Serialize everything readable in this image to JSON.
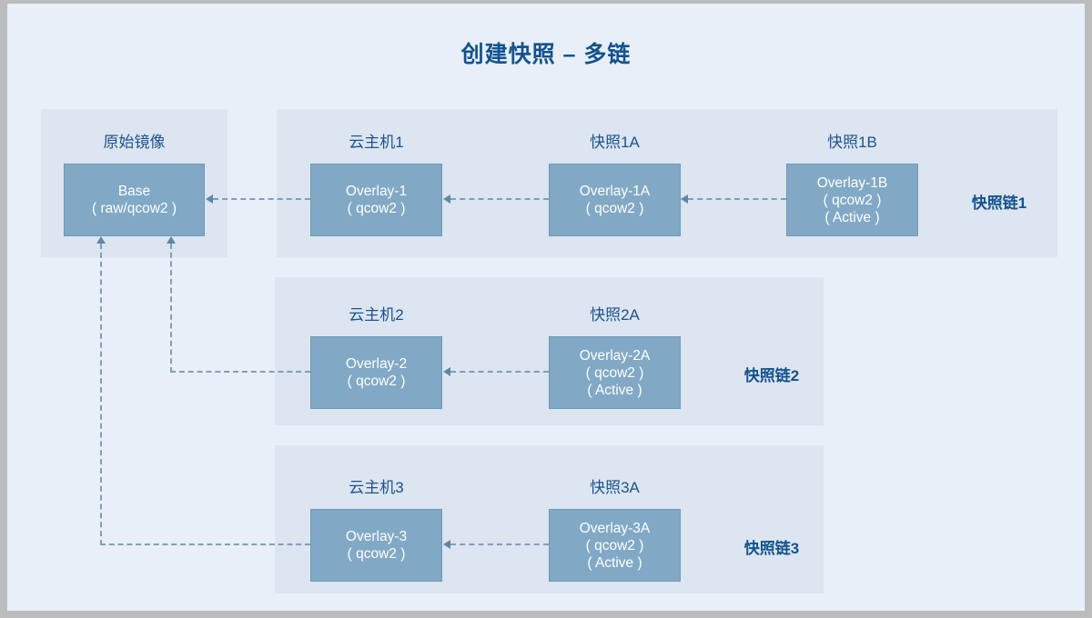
{
  "page": {
    "title": "创建快照 – 多链",
    "background_color": "#e9eff9",
    "panel_color": "#dde5f0",
    "node_color": "#81a9c5",
    "accent_color": "#11538f",
    "connector_color": "#7d9fbb"
  },
  "base_group": {
    "header": "原始镜像",
    "node": {
      "line1": "Base",
      "line2": "( raw/qcow2 )"
    }
  },
  "chains": [
    {
      "tag": "快照链1",
      "nodes": [
        {
          "header": "云主机1",
          "line1": "Overlay-1",
          "line2": "( qcow2 )",
          "line3": ""
        },
        {
          "header": "快照1A",
          "line1": "Overlay-1A",
          "line2": "( qcow2 )",
          "line3": ""
        },
        {
          "header": "快照1B",
          "line1": "Overlay-1B",
          "line2": "( qcow2 )",
          "line3": "( Active )"
        }
      ]
    },
    {
      "tag": "快照链2",
      "nodes": [
        {
          "header": "云主机2",
          "line1": "Overlay-2",
          "line2": "( qcow2 )",
          "line3": ""
        },
        {
          "header": "快照2A",
          "line1": "Overlay-2A",
          "line2": "( qcow2 )",
          "line3": "( Active )"
        }
      ]
    },
    {
      "tag": "快照链3",
      "nodes": [
        {
          "header": "云主机3",
          "line1": "Overlay-3",
          "line2": "( qcow2 )",
          "line3": ""
        },
        {
          "header": "快照3A",
          "line1": "Overlay-3A",
          "line2": "( qcow2 )",
          "line3": "( Active )"
        }
      ]
    }
  ]
}
